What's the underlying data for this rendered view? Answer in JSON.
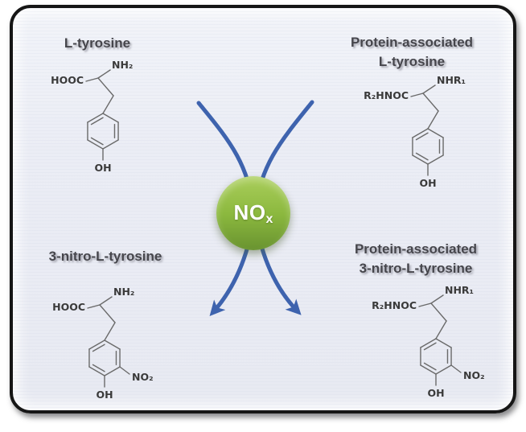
{
  "figure": {
    "description_role": "reaction-scheme",
    "colors": {
      "panel_border": "#161616",
      "panel_background": "#eaecf4",
      "arrow_blue": "#3e63ae",
      "circle_green_top": "#aace5b",
      "circle_green_bottom": "#699330",
      "title_gray": "#46464c",
      "bond_gray": "#6a6a6a",
      "atom_label_gray": "#3a3a3a"
    }
  },
  "center": {
    "label_main": "NO",
    "label_sub": "x"
  },
  "molecules": {
    "tl": {
      "title_lines": [
        "L-tyrosine"
      ],
      "acid": "HOOC",
      "amine": "NH₂",
      "para": "OH",
      "nitro": ""
    },
    "tr": {
      "title_lines": [
        "Protein-associated",
        "L-tyrosine"
      ],
      "acid": "R₂HNOC",
      "amine": "NHR₁",
      "para": "OH",
      "nitro": ""
    },
    "bl": {
      "title_lines": [
        "3-nitro-L-tyrosine"
      ],
      "acid": "HOOC",
      "amine": "NH₂",
      "para": "OH",
      "nitro": "NO₂"
    },
    "br": {
      "title_lines": [
        "Protein-associated",
        "3-nitro-L-tyrosine"
      ],
      "acid": "R₂HNOC",
      "amine": "NHR₁",
      "para": "OH",
      "nitro": "NO₂"
    }
  }
}
